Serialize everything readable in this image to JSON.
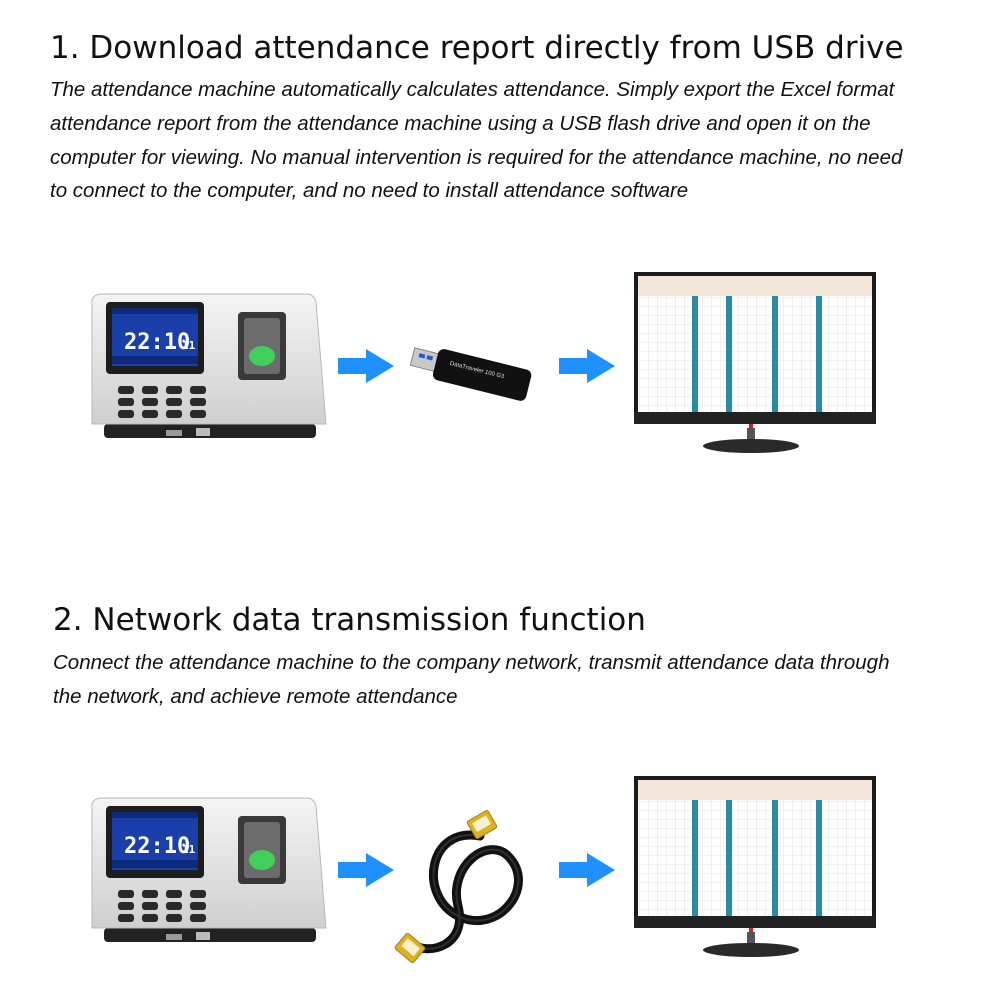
{
  "sections": [
    {
      "title": "1. Download attendance report directly from USB drive",
      "description": "The attendance machine automatically calculates attendance. Simply export the Excel format attendance report from the attendance machine using a USB flash drive and open it on the computer for viewing. No manual intervention is required for the attendance machine, no need to connect to the computer, and no need to install attendance software",
      "device_time": "22:10",
      "device_seconds": "11",
      "usb_label": "DataTraveler 100 G3",
      "transfer_medium": "usb-flash-drive-icon"
    },
    {
      "title": "2. Network data transmission function",
      "description": "Connect the attendance machine to the company network, transmit attendance data through the network, and achieve remote attendance",
      "device_time": "22:10",
      "device_seconds": "11",
      "transfer_medium": "ethernet-cable-icon"
    }
  ],
  "colors": {
    "arrow": "#1e90ff",
    "monitor_highlight": "#2b8aa6",
    "fingerprint_glow": "#3ddc5a",
    "stand_accent": "#cc2222"
  }
}
